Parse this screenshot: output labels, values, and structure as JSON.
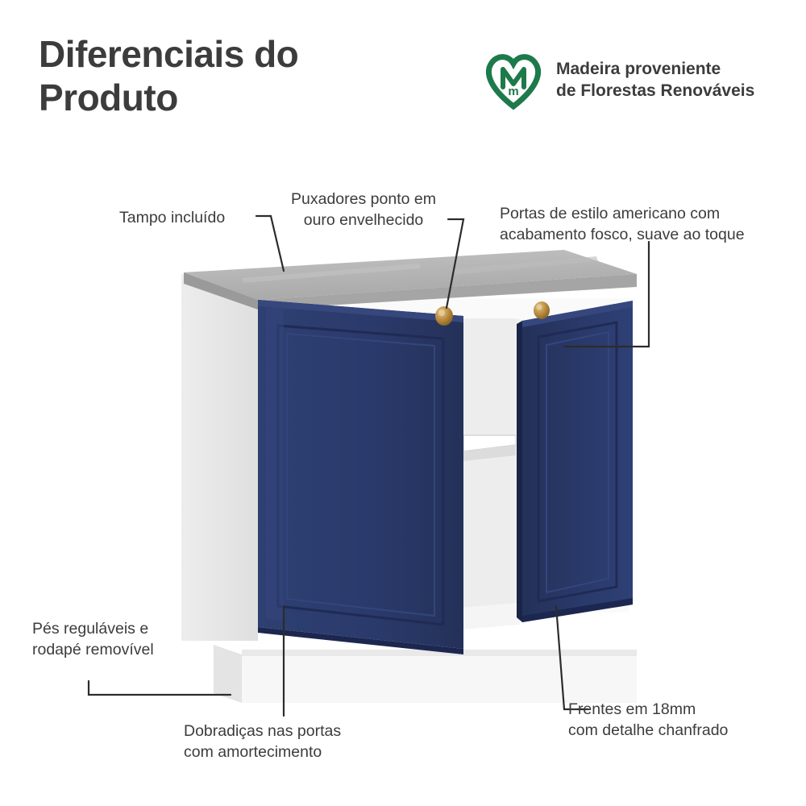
{
  "header": {
    "title": "Diferenciais do\nProduto",
    "badge": {
      "icon": "fsc-heart-tree-logo",
      "text": "Madeira proveniente\nde Florestas Renováveis",
      "color": "#1d7a4a"
    }
  },
  "callouts": [
    {
      "id": "tampo",
      "text": "Tampo incluído"
    },
    {
      "id": "puxadores",
      "text": "Puxadores ponto em\nouro envelhecido"
    },
    {
      "id": "portas",
      "text": "Portas de estilo americano com\nacabamento fosco, suave ao toque"
    },
    {
      "id": "pes",
      "text": "Pés reguláveis e\nrodapé removível"
    },
    {
      "id": "dobradicas",
      "text": "Dobradiças nas portas\ncom amortecimento"
    },
    {
      "id": "frentes",
      "text": "Frentes em 18mm\ncom detalhe chanfrado"
    }
  ],
  "product": {
    "name": "balcao-de-cozinha-2-portas",
    "colors": {
      "door": "#2a3a6b",
      "door_dark": "#23305b",
      "door_edge": "#1d2950",
      "counter_top": "#b7b7b7",
      "counter_front": "#9c9c9c",
      "body_white": "#f2f2f2",
      "body_shadow": "#dcdcdc",
      "interior": "#e8e8e8",
      "handle_gold": "#b58a3c",
      "line": "#2c2c2c"
    }
  }
}
